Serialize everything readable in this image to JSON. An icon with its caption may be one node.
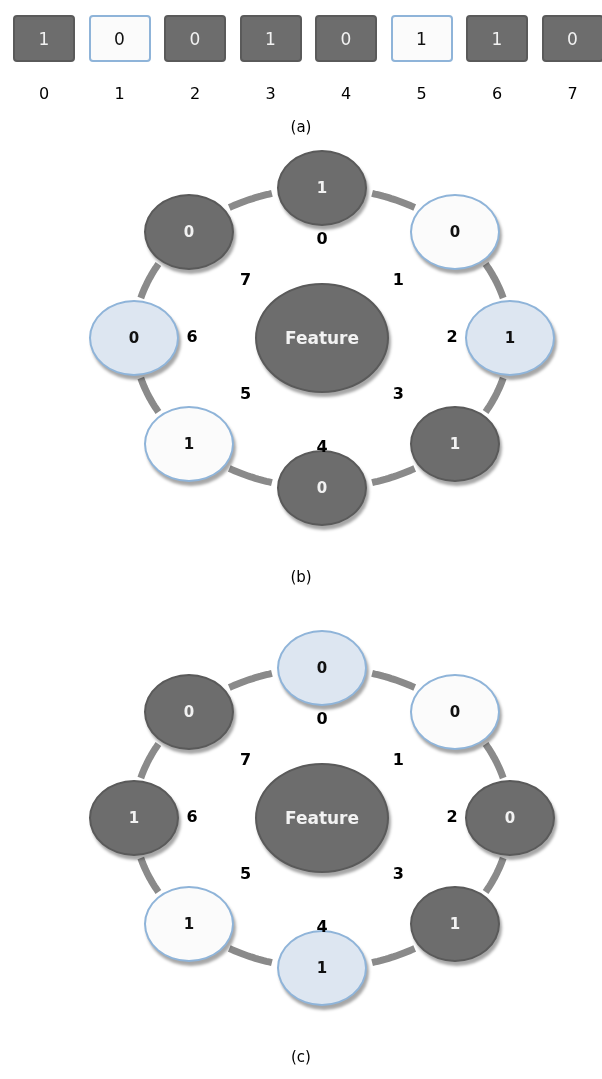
{
  "diagram": {
    "nodes": [
      {
        "text": [
          "1"
        ],
        "beside": [
          "0"
        ]
      },
      {
        "text": [
          "0"
        ],
        "beside": [
          "1"
        ]
      },
      {
        "text": [
          "0"
        ],
        "beside": [
          "2"
        ]
      },
      {
        "text": [
          "1"
        ],
        "beside": [
          "3"
        ]
      },
      {
        "text": [
          "0"
        ],
        "beside": [
          "4"
        ]
      },
      {
        "text": [
          "1"
        ],
        "beside": [
          "5"
        ]
      },
      {
        "text": [
          "1"
        ],
        "beside": [
          "6"
        ]
      },
      {
        "text": [
          "0"
        ],
        "beside": [
          "7"
        ]
      },
      {
        "text": [
          "1"
        ],
        "beside": [
          "0"
        ]
      },
      {
        "text": [
          "0"
        ],
        "beside": [
          "1"
        ]
      },
      {
        "text": [
          "1"
        ],
        "beside": [
          "2"
        ]
      },
      {
        "text": [
          "1"
        ],
        "beside": [
          "3"
        ]
      },
      {
        "text": [
          "0"
        ],
        "beside": [
          "4"
        ]
      },
      {
        "text": [
          "1"
        ],
        "beside": [
          "5"
        ]
      },
      {
        "text": [
          "0"
        ],
        "beside": [
          "6"
        ]
      },
      {
        "text": [
          "0"
        ],
        "beside": [
          "7"
        ]
      },
      {
        "text": [
          "Feature"
        ]
      },
      {
        "text": [
          "0"
        ],
        "beside": [
          "0"
        ]
      },
      {
        "text": [
          "0"
        ],
        "beside": [
          "1"
        ]
      },
      {
        "text": [
          "0"
        ],
        "beside": [
          "2"
        ]
      },
      {
        "text": [
          "1"
        ],
        "beside": [
          "3"
        ]
      },
      {
        "text": [
          "1"
        ],
        "beside": [
          "4"
        ]
      },
      {
        "text": [
          "1"
        ],
        "beside": [
          "5"
        ]
      },
      {
        "text": [
          "1"
        ],
        "beside": [
          "6"
        ]
      },
      {
        "text": [
          "0"
        ],
        "beside": [
          "7"
        ]
      },
      {
        "text": [
          "Feature"
        ]
      }
    ],
    "edges": [
      {
        "from": 8,
        "to": 9,
        "arrow": "none"
      },
      {
        "from": 9,
        "to": 10,
        "arrow": "none"
      },
      {
        "from": 10,
        "to": 11,
        "arrow": "none"
      },
      {
        "from": 11,
        "to": 12,
        "arrow": "none"
      },
      {
        "from": 12,
        "to": 13,
        "arrow": "none"
      },
      {
        "from": 13,
        "to": 14,
        "arrow": "none"
      },
      {
        "from": 14,
        "to": 15,
        "arrow": "none"
      },
      {
        "from": 15,
        "to": 8,
        "arrow": "none"
      },
      {
        "from": 17,
        "to": 18,
        "arrow": "none"
      },
      {
        "from": 18,
        "to": 19,
        "arrow": "none"
      },
      {
        "from": 19,
        "to": 20,
        "arrow": "none"
      },
      {
        "from": 20,
        "to": 21,
        "arrow": "none"
      },
      {
        "from": 21,
        "to": 22,
        "arrow": "none"
      },
      {
        "from": 22,
        "to": 23,
        "arrow": "none"
      },
      {
        "from": 23,
        "to": 24,
        "arrow": "none"
      },
      {
        "from": 24,
        "to": 17,
        "arrow": "none"
      }
    ],
    "labels": [
      "(a)",
      "(b)",
      "(c)"
    ]
  }
}
